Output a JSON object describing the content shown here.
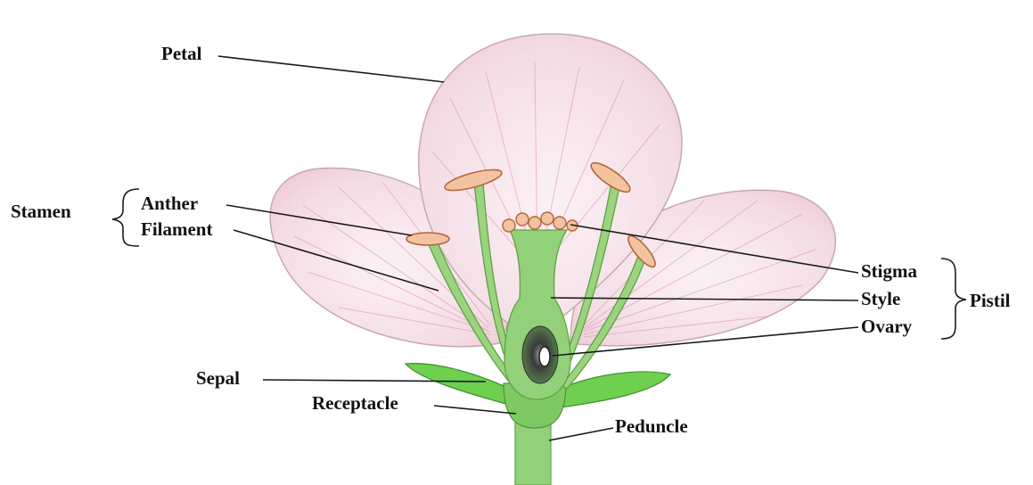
{
  "labels": {
    "petal": "Petal",
    "stamen": "Stamen",
    "anther": "Anther",
    "filament": "Filament",
    "stigma": "Stigma",
    "style": "Style",
    "ovary": "Ovary",
    "pistil": "Pistil",
    "sepal": "Sepal",
    "receptacle": "Receptacle",
    "peduncle": "Peduncle"
  },
  "colors": {
    "petal_fill": "#f6e1e8",
    "petal_stroke": "#c9a7b2",
    "petal_vein": "#e7a7bd",
    "green": "#93d07a",
    "green_dark": "#5fa244",
    "sepal": "#6fcf4f",
    "anther": "#f2c3a0",
    "anther_stroke": "#b4673c",
    "ovary_dark": "#3d3d3d"
  }
}
